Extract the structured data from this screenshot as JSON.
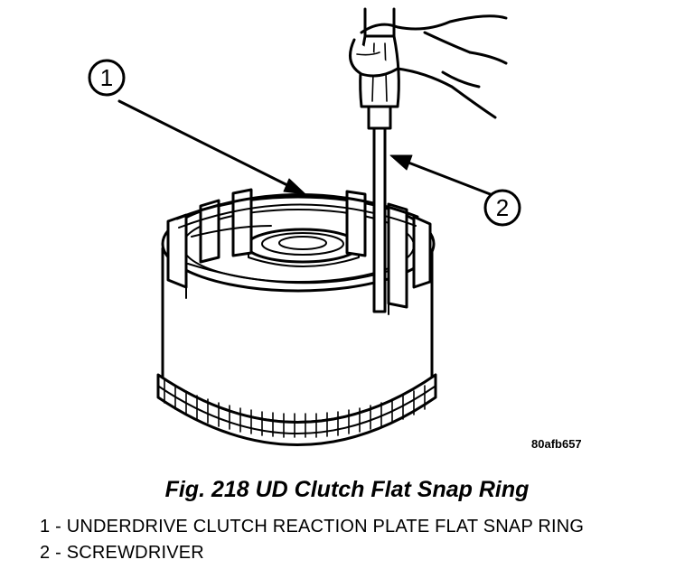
{
  "figure": {
    "caption": "Fig. 218 UD Clutch Flat Snap Ring",
    "image_code": "80afb657",
    "callouts": [
      {
        "number": "1"
      },
      {
        "number": "2"
      }
    ],
    "legend": [
      {
        "number": "1",
        "separator": "-",
        "text": "UNDERDRIVE CLUTCH REACTION PLATE FLAT SNAP RING"
      },
      {
        "number": "2",
        "separator": "-",
        "text": "SCREWDRIVER"
      }
    ]
  }
}
